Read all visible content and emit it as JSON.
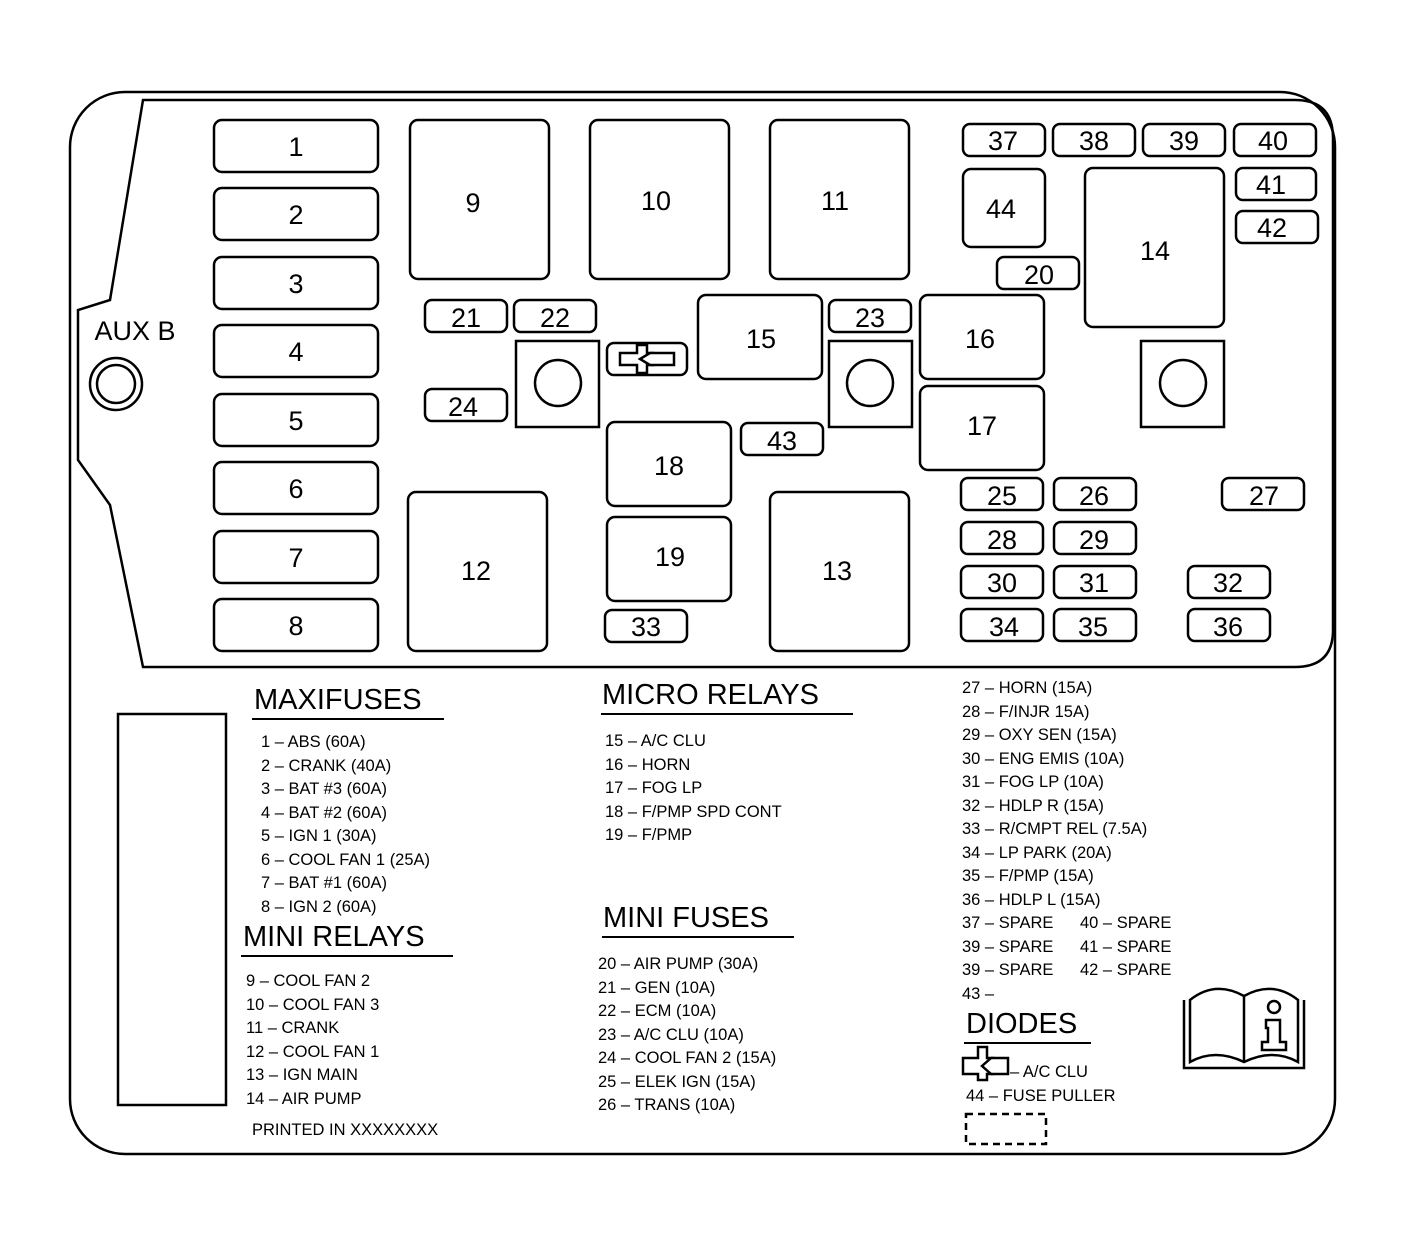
{
  "aux_label": "AUX B",
  "boxes": {
    "b1": "1",
    "b2": "2",
    "b3": "3",
    "b4": "4",
    "b5": "5",
    "b6": "6",
    "b7": "7",
    "b8": "8",
    "b9": "9",
    "b10": "10",
    "b11": "11",
    "b12": "12",
    "b13": "13",
    "b14": "14",
    "b15": "15",
    "b16": "16",
    "b17": "17",
    "b18": "18",
    "b19": "19",
    "b20": "20",
    "b21": "21",
    "b22": "22",
    "b23": "23",
    "b24": "24",
    "b25": "25",
    "b26": "26",
    "b27": "27",
    "b28": "28",
    "b29": "29",
    "b30": "30",
    "b31": "31",
    "b32": "32",
    "b33": "33",
    "b34": "34",
    "b35": "35",
    "b36": "36",
    "b37": "37",
    "b38": "38",
    "b39": "39",
    "b40": "40",
    "b41": "41",
    "b42": "42",
    "b43": "43",
    "b44": "44"
  },
  "legend": {
    "maxifuses": {
      "title": "MAXIFUSES",
      "items": [
        "1 – ABS (60A)",
        "2 – CRANK (40A)",
        "3 – BAT #3 (60A)",
        "4 – BAT #2 (60A)",
        "5 – IGN 1 (30A)",
        "6 – COOL FAN 1 (25A)",
        "7 – BAT #1 (60A)",
        "8 – IGN 2 (60A)"
      ]
    },
    "mini_relays": {
      "title": "MINI RELAYS",
      "items": [
        "9 – COOL FAN 2",
        "10 – COOL FAN 3",
        "11 – CRANK",
        "12 – COOL FAN 1",
        "13 – IGN MAIN",
        "14 – AIR PUMP"
      ]
    },
    "printed": "PRINTED IN XXXXXXXX",
    "micro_relays": {
      "title": "MICRO RELAYS",
      "items": [
        "15 – A/C CLU",
        "16 – HORN",
        "17 – FOG LP",
        "18 – F/PMP SPD CONT",
        "19 – F/PMP"
      ]
    },
    "mini_fuses": {
      "title": "MINI FUSES",
      "items": [
        "20 – AIR PUMP (30A)",
        "21 – GEN (10A)",
        "22 – ECM (10A)",
        "23 – A/C CLU (10A)",
        "24 – COOL FAN 2 (15A)",
        "25 – ELEK IGN (15A)",
        "26 – TRANS (10A)"
      ]
    },
    "right_list": [
      "27 – HORN (15A)",
      "28 – F/INJR 15A)",
      "29 – OXY SEN (15A)",
      "30 – ENG EMIS (10A)",
      "31 – FOG LP (10A)",
      "32 – HDLP R (15A)",
      "33 – R/CMPT REL (7.5A)",
      "34 – LP PARK (20A)",
      "35 – F/PMP (15A)",
      "36 – HDLP L (15A)"
    ],
    "spares_left": [
      "37 – SPARE",
      "39 – SPARE",
      "39 – SPARE",
      "43 –"
    ],
    "spares_right": [
      "40 – SPARE",
      "41 – SPARE",
      "42 – SPARE"
    ],
    "diodes": {
      "title": "DIODES",
      "ac_clu": "– A/C CLU",
      "fuse_puller": "44 – FUSE PULLER"
    }
  },
  "icons": {
    "diode": "diode-icon",
    "info": "info-manual-icon"
  }
}
